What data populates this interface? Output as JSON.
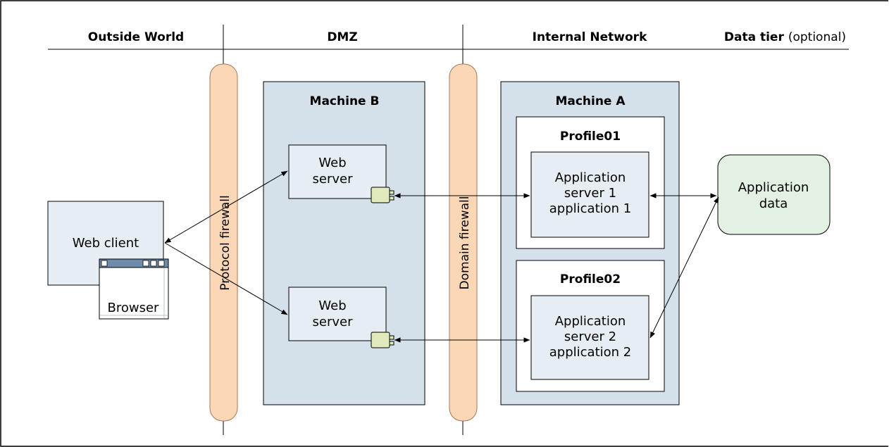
{
  "zones": {
    "outside_world": "Outside World",
    "dmz": "DMZ",
    "internal_network": "Internal Network",
    "data_tier": "Data tier",
    "data_tier_suffix": "(optional)"
  },
  "firewalls": {
    "protocol": "Protocol firewall",
    "domain": "Domain firewall"
  },
  "web_client": {
    "label": "Web client",
    "browser_label": "Browser"
  },
  "machine_b": {
    "title": "Machine B",
    "web_server_1": {
      "line1": "Web",
      "line2": "server"
    },
    "web_server_2": {
      "line1": "Web",
      "line2": "server"
    }
  },
  "machine_a": {
    "title": "Machine A",
    "profile01": {
      "title": "Profile01",
      "server": {
        "line1": "Application",
        "line2": "server 1",
        "line3": "application 1"
      }
    },
    "profile02": {
      "title": "Profile02",
      "server": {
        "line1": "Application",
        "line2": "server 2",
        "line3": "application 2"
      }
    }
  },
  "application_data": {
    "line1": "Application",
    "line2": "data"
  },
  "colors": {
    "border": "#000000",
    "machine_fill": "#d4e0ea",
    "box_fill": "#e6eef4",
    "firewall_fill": "#fbd7b5",
    "firewall_stroke": "#a0785a",
    "data_fill": "#e3f1e3",
    "plugin_fill": "#e0eabc",
    "browser_bar": "#6e8caa",
    "browser_fill": "#ffffff"
  }
}
